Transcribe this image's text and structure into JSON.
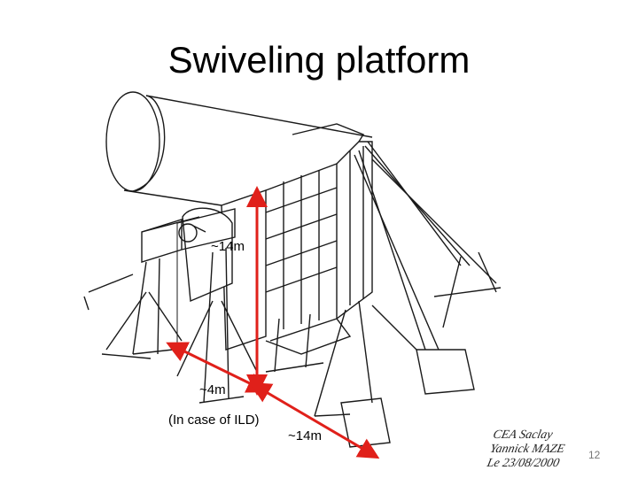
{
  "title": "Swiveling platform",
  "labels": {
    "vertical": "~14m",
    "width": "~4m",
    "width_note": "(In case of ILD)",
    "diagonal": "~14m"
  },
  "credit": {
    "line1": "CEA Saclay",
    "line2": "Yannick MAZE",
    "line3": "Le 23/08/2000"
  },
  "slide_number": "12",
  "colors": {
    "dimension": "#e0201a",
    "drawing": "#1a1a1a"
  }
}
